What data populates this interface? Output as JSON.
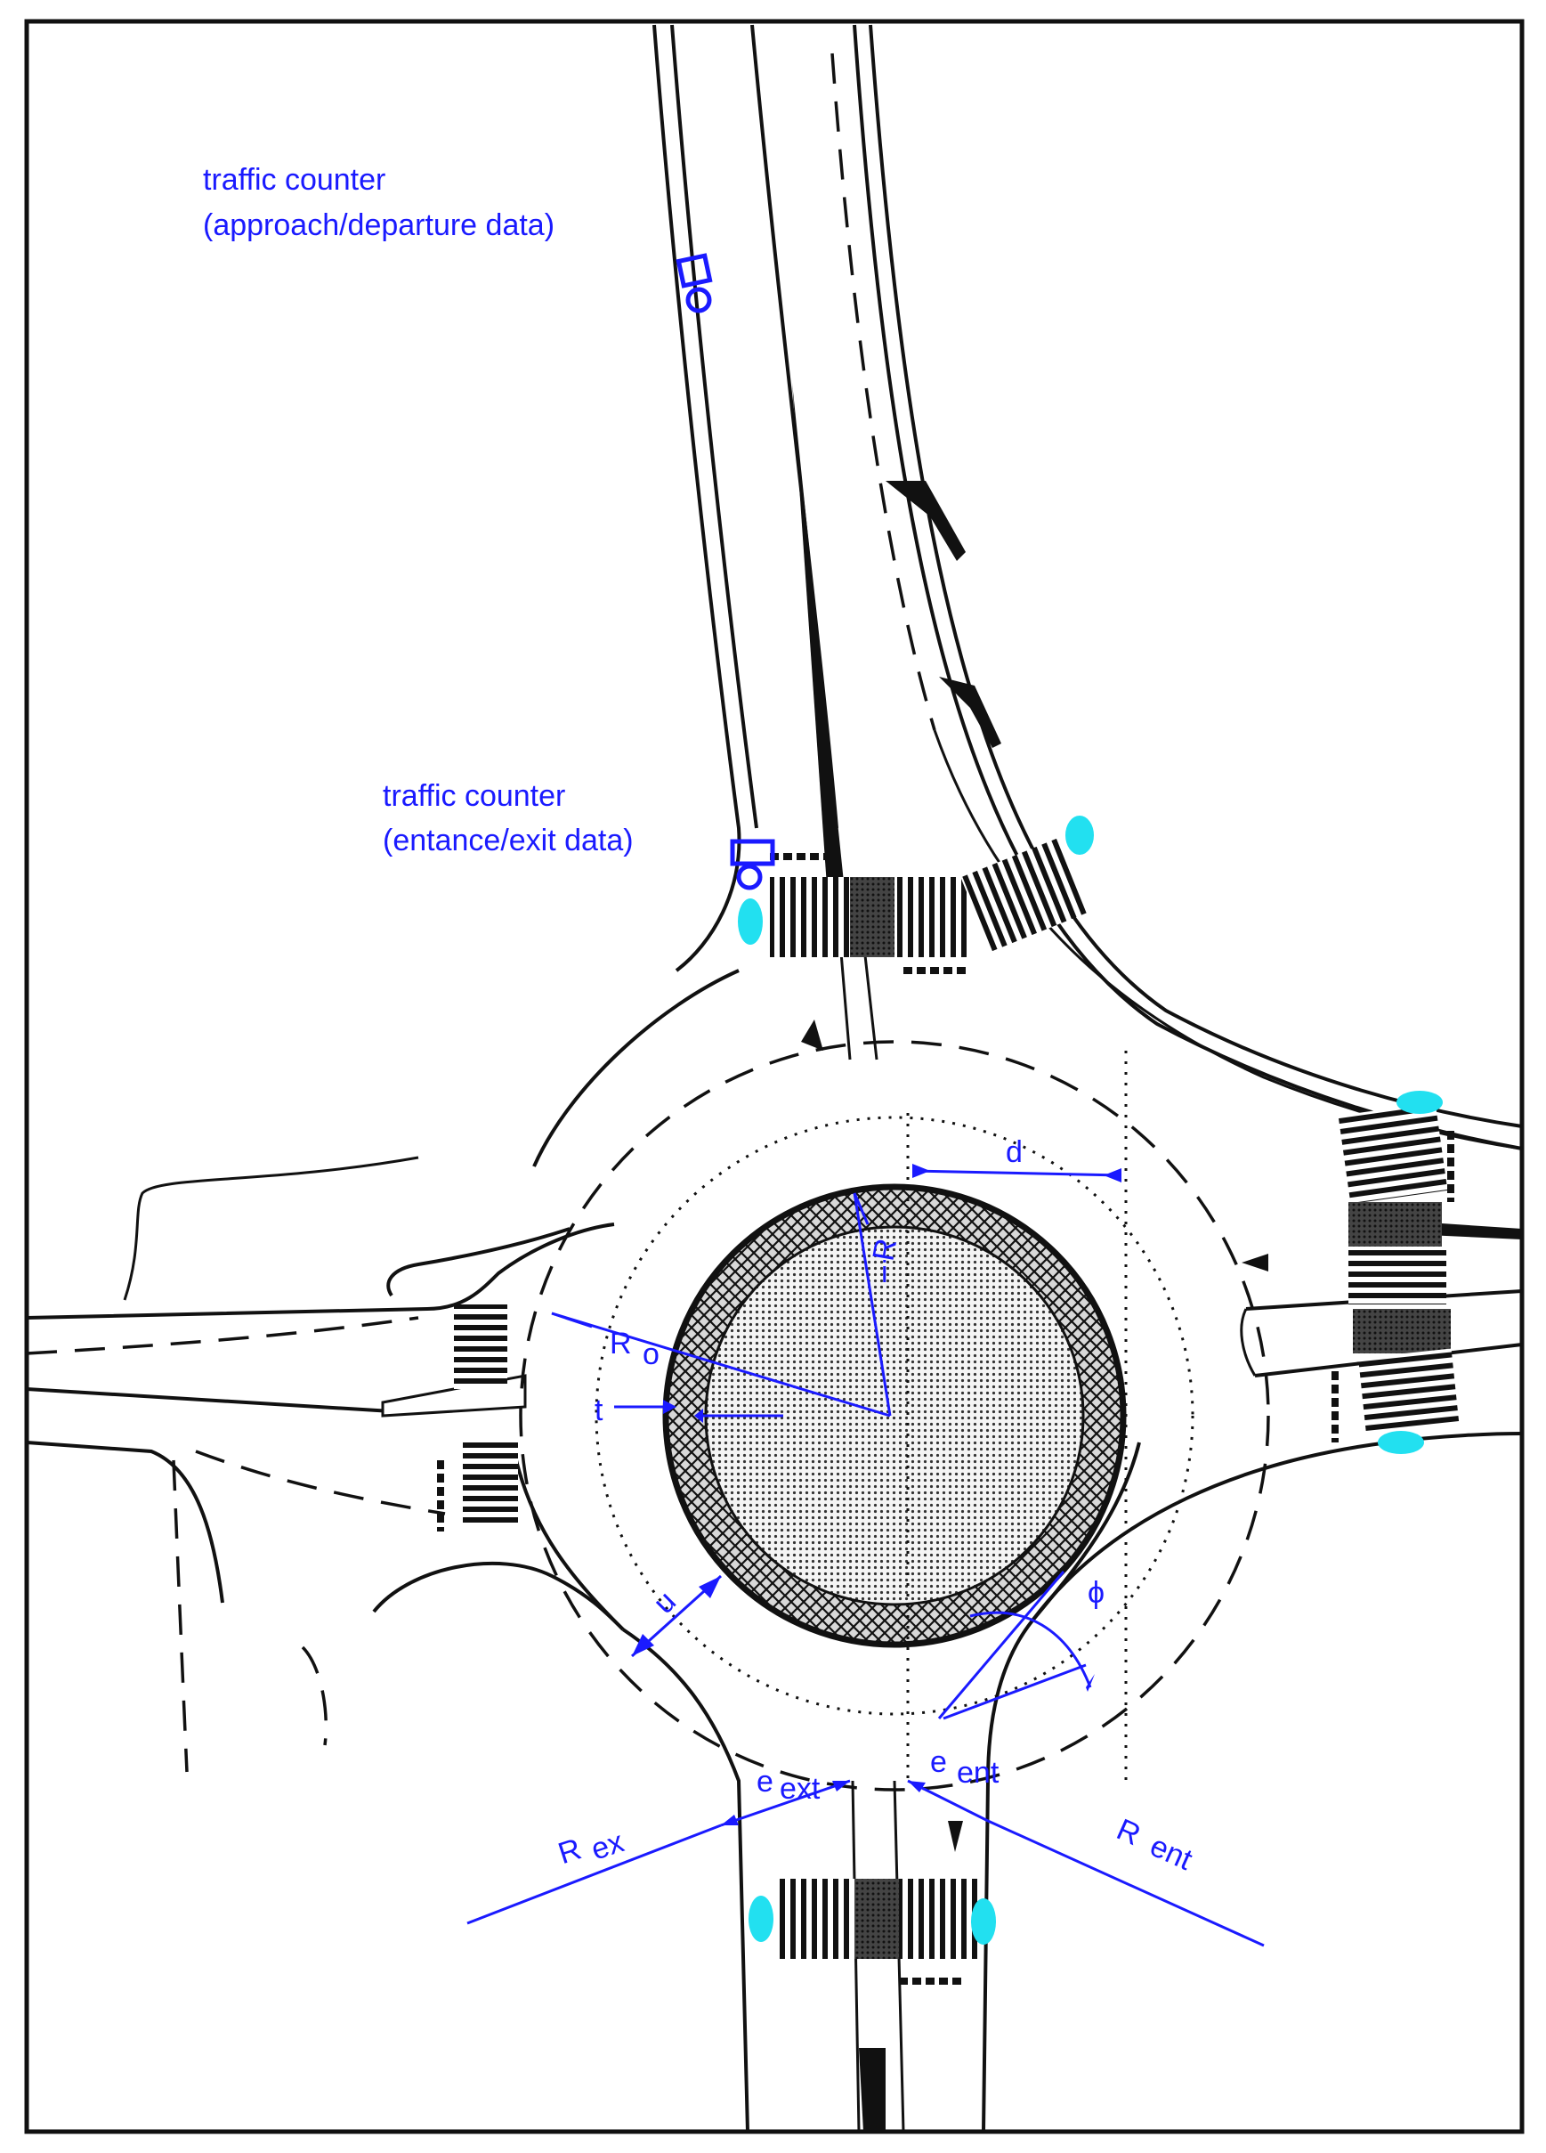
{
  "annotations": {
    "counter_top_line1": "traffic counter",
    "counter_top_line2": "(approach/departure data)",
    "counter_mid_line1": "traffic counter",
    "counter_mid_line2": "(entance/exit data)"
  },
  "symbols": {
    "Ro_main": "R",
    "Ro_sub": "o",
    "Ri_main": "R",
    "Ri_sub": "i",
    "t": "t",
    "d": "d",
    "u": "u",
    "phi": "ϕ",
    "eext_main": "e",
    "eext_sub": "ext",
    "eent_main": "e",
    "eent_sub": "ent",
    "Rex_main": "R",
    "Rex_sub": "ex",
    "Rent_main": "R",
    "Rent_sub": "ent"
  },
  "colors": {
    "annotation": "#1a1aff",
    "pedestrian_marker": "#22e0f0",
    "line": "#111111"
  }
}
